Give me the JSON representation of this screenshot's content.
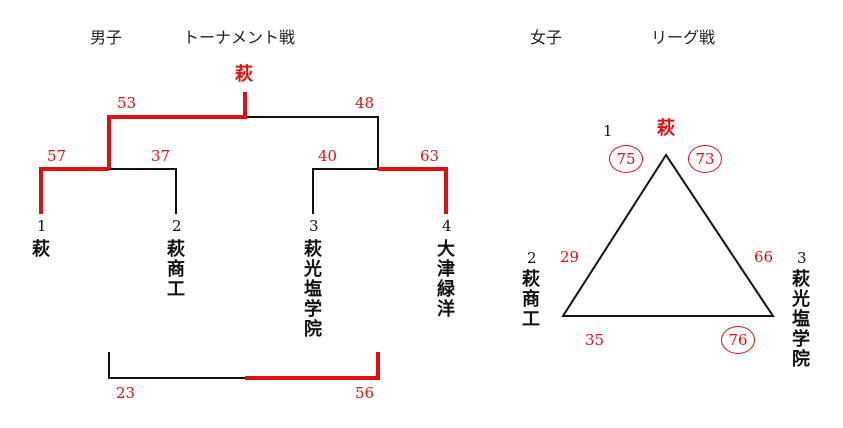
{
  "headers": {
    "boys": "男子",
    "boys_format": "トーナメント戦",
    "girls": "女子",
    "girls_format": "リーグ戦"
  },
  "boys_tournament": {
    "champion": "萩",
    "final_scores": {
      "left": "53",
      "right": "48"
    },
    "semifinal_1": {
      "team1_score": "57",
      "team2_score": "37"
    },
    "semifinal_2": {
      "team3_score": "40",
      "team4_score": "63"
    },
    "third_place_scores": {
      "left": "23",
      "right": "56"
    },
    "teams": [
      {
        "seed": "1",
        "name": "萩"
      },
      {
        "seed": "2",
        "name": "萩商工"
      },
      {
        "seed": "3",
        "name": "萩光塩学院"
      },
      {
        "seed": "4",
        "name": "大津緑洋"
      }
    ]
  },
  "girls_league": {
    "teams": [
      {
        "seed": "1",
        "name": "萩"
      },
      {
        "seed": "2",
        "name": "萩商工"
      },
      {
        "seed": "3",
        "name": "萩光塩学院"
      }
    ],
    "scores": {
      "t1_vs_t2_t1": "75",
      "t1_vs_t3_t1": "73",
      "t1_vs_t2_t2": "29",
      "t1_vs_t3_t3": "66",
      "t2_vs_t3_t2": "35",
      "t2_vs_t3_t3": "76"
    },
    "colors": {
      "win": "#e01010",
      "line": "#111111"
    }
  }
}
